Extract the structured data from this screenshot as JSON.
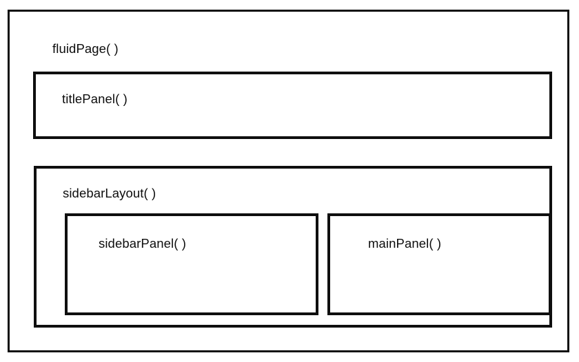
{
  "diagram": {
    "title": "Shiny UI layout nesting diagram",
    "type": "nested-boxes",
    "background_color": "#ffffff",
    "border_color": "#0f0f0f",
    "text_color": "#0d0d0d",
    "nodes": {
      "fluid_page": {
        "label": "fluidPage( )",
        "level": 0,
        "children": [
          "title_panel",
          "sidebar_layout"
        ]
      },
      "title_panel": {
        "label": "titlePanel( )",
        "level": 1,
        "children": []
      },
      "sidebar_layout": {
        "label": "sidebarLayout( )",
        "level": 1,
        "children": [
          "sidebar_panel",
          "main_panel"
        ]
      },
      "sidebar_panel": {
        "label": "sidebarPanel( )",
        "level": 2,
        "children": []
      },
      "main_panel": {
        "label": "mainPanel( )",
        "level": 2,
        "children": []
      }
    }
  }
}
